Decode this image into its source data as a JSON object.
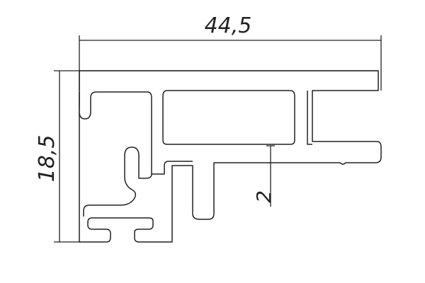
{
  "drawing": {
    "width_dimension": "44,5",
    "height_dimension": "18,5",
    "wall_thickness_dimension": "2"
  },
  "colors": {
    "line": "#222222",
    "background": "#ffffff"
  }
}
